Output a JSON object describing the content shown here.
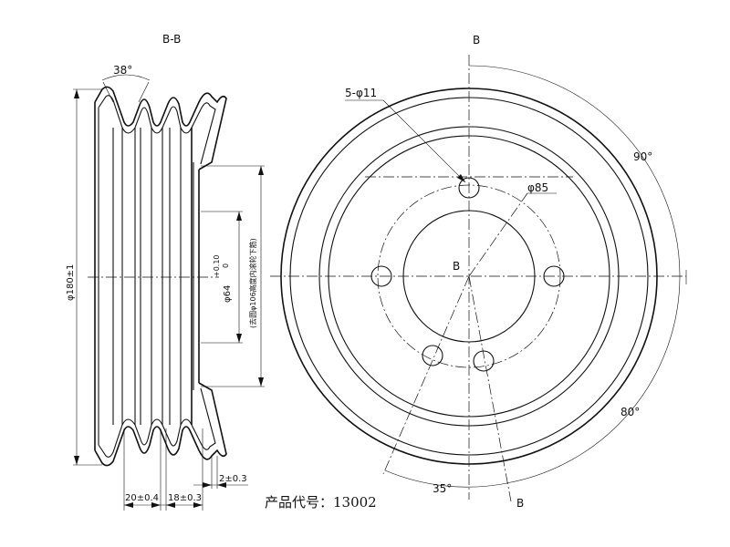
{
  "section": {
    "view_label": "B-B",
    "angle_label": "38°",
    "diameter_outer": "φ180±1",
    "bore_tolerance_upper": "+0.10",
    "bore_tolerance_lower": "0",
    "dim_pitch_1": "20±0.4",
    "dim_pitch_2": "18±0.3",
    "dim_offset": "2±0.3"
  },
  "front": {
    "section_mark_top": "B",
    "section_mark_bottom": "B",
    "center_mark": "B",
    "holes_label": "5-φ11",
    "pcd_label": "φ85",
    "angle_90": "90°",
    "angle_80": "80°",
    "angle_35": "35°"
  },
  "product": {
    "label": "产品代号：13002"
  }
}
